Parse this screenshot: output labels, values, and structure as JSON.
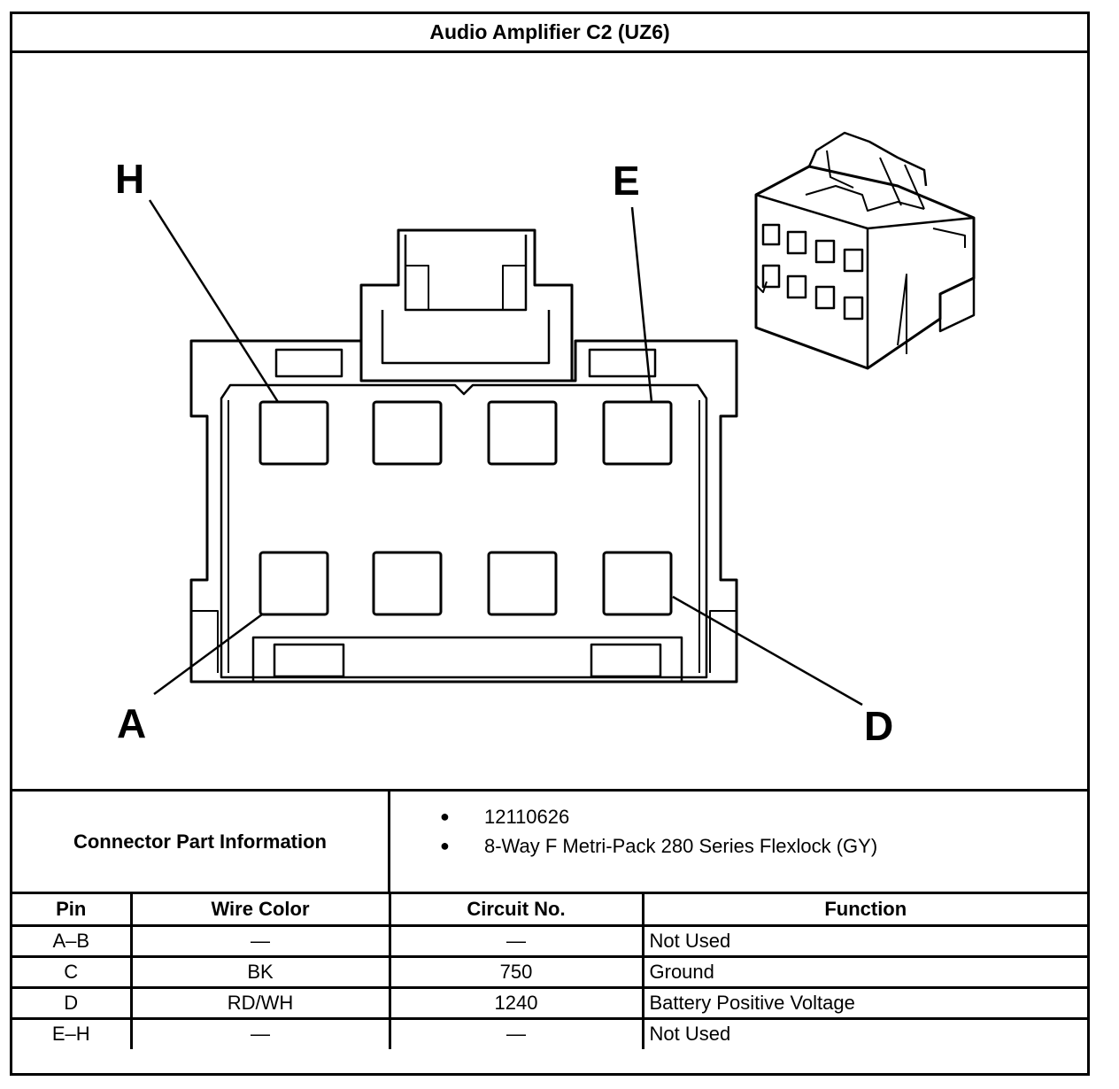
{
  "title": "Audio Amplifier C2 (UZ6)",
  "pin_labels": {
    "top_left": "H",
    "top_right": "E",
    "bottom_left": "A",
    "bottom_right": "D"
  },
  "connector_info": {
    "label": "Connector Part Information",
    "items": [
      "12110626",
      "8-Way F Metri-Pack 280 Series Flexlock (GY)"
    ]
  },
  "table": {
    "headers": [
      "Pin",
      "Wire Color",
      "Circuit No.",
      "Function"
    ],
    "rows": [
      [
        "A–B",
        "—",
        "—",
        "Not Used"
      ],
      [
        "C",
        "BK",
        "750",
        "Ground"
      ],
      [
        "D",
        "RD/WH",
        "1240",
        "Battery Positive Voltage"
      ],
      [
        "E–H",
        "—",
        "—",
        "Not Used"
      ]
    ]
  }
}
